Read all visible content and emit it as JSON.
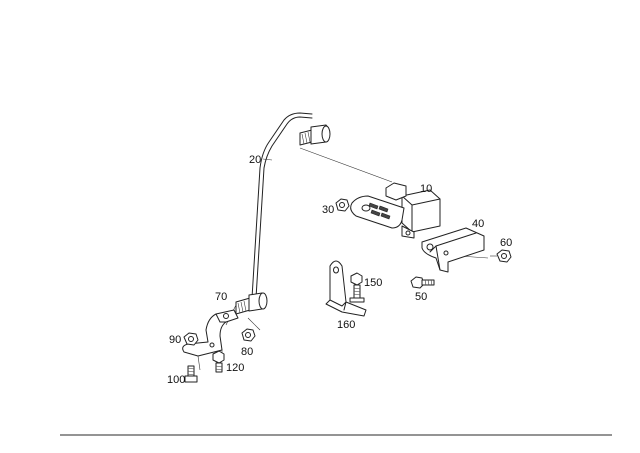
{
  "callouts": {
    "p10": "10",
    "p20": "20",
    "p30": "30",
    "p40": "40",
    "p50": "50",
    "p60": "60",
    "p70": "70",
    "p80": "80",
    "p90": "90",
    "p100": "100",
    "p120": "120",
    "p150": "150",
    "p160": "160"
  }
}
